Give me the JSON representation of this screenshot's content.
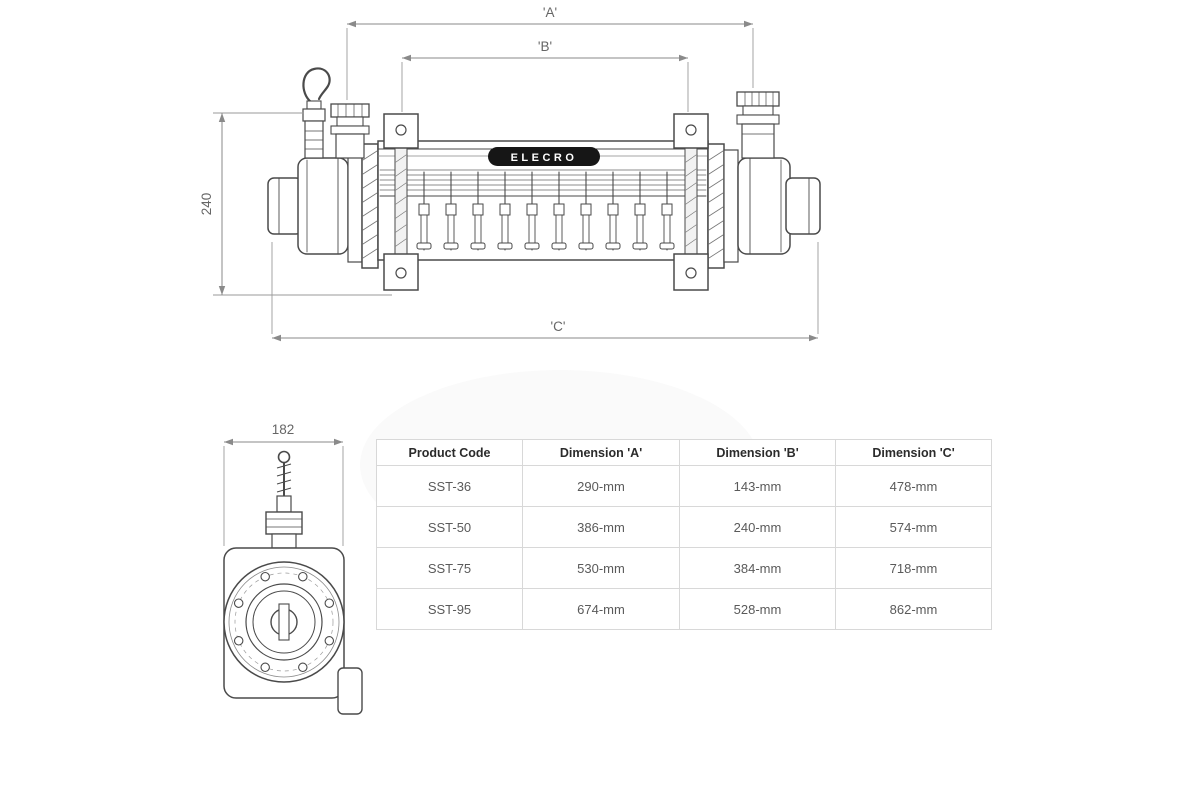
{
  "drawing": {
    "brand": "ELECRO",
    "dim_a_label": "'A'",
    "dim_b_label": "'B'",
    "dim_c_label": "'C'",
    "dim_height_label": "240",
    "dim_width_label": "182"
  },
  "table": {
    "headers": [
      "Product Code",
      "Dimension 'A'",
      "Dimension 'B'",
      "Dimension 'C'"
    ],
    "rows": [
      [
        "SST-36",
        "290-mm",
        "143-mm",
        "478-mm"
      ],
      [
        "SST-50",
        "386-mm",
        "240-mm",
        "574-mm"
      ],
      [
        "SST-75",
        "530-mm",
        "384-mm",
        "718-mm"
      ],
      [
        "SST-95",
        "674-mm",
        "528-mm",
        "862-mm"
      ]
    ]
  }
}
